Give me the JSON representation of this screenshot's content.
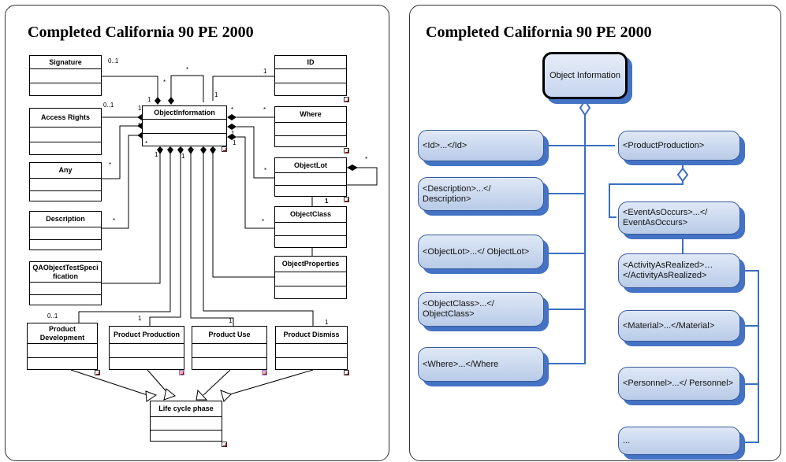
{
  "left_panel": {
    "title": "Completed California 90 PE 2000",
    "classes": {
      "signature": "Signature",
      "access_rights": "Access Rights",
      "any": "Any",
      "description": "Description",
      "qa_test_spec": "QAObjectTestSpecification",
      "product_development": "Product Development",
      "object_information": "ObjectInformation",
      "id": "ID",
      "where": "Where",
      "object_lot": "ObjectLot",
      "object_class": "ObjectClass",
      "object_properties": "ObjectProperties",
      "product_production": "Product Production",
      "product_use": "Product Use",
      "product_dismiss": "Product Dismiss",
      "life_cycle_phase": "Life cycle phase"
    },
    "multiplicities": {
      "sig": "0..1",
      "access": "0..1",
      "one": "1",
      "star": "*",
      "prod_dev": "0..1"
    }
  },
  "right_panel": {
    "title": "Completed California 90 PE 2000",
    "root": "Object Information",
    "left_nodes": [
      "<Id>...</Id>",
      "<Description>...</ Description>",
      "<ObjectLot>...</ ObjectLot>",
      "<ObjectClass>...</ ObjectClass>",
      "<Where>...</Where"
    ],
    "product_production": "<ProductProduction>",
    "right_nodes": [
      "<EventAsOccurs>...</ EventAsOccurs>",
      "<ActivityAsRealized>… </ActivityAsRealized>",
      "<Material>...</Material>",
      "<Personnel>...</ Personnel>",
      "..."
    ]
  }
}
